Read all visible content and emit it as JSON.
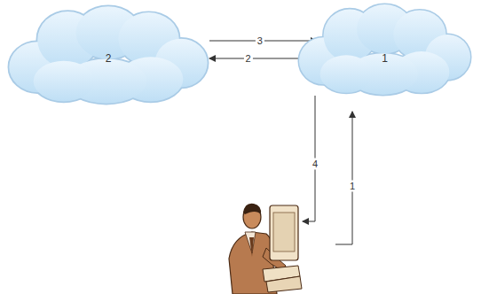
{
  "diagram": {
    "nodes": [
      {
        "text": [
          "2"
        ]
      },
      {
        "text": [
          "1"
        ]
      }
    ],
    "edges": [
      {
        "from": 0,
        "to": 1,
        "arrow": "to",
        "label": "3"
      },
      {
        "from": 1,
        "to": 0,
        "arrow": "to",
        "label": "2"
      }
    ],
    "labels": [
      "4",
      "1"
    ]
  }
}
